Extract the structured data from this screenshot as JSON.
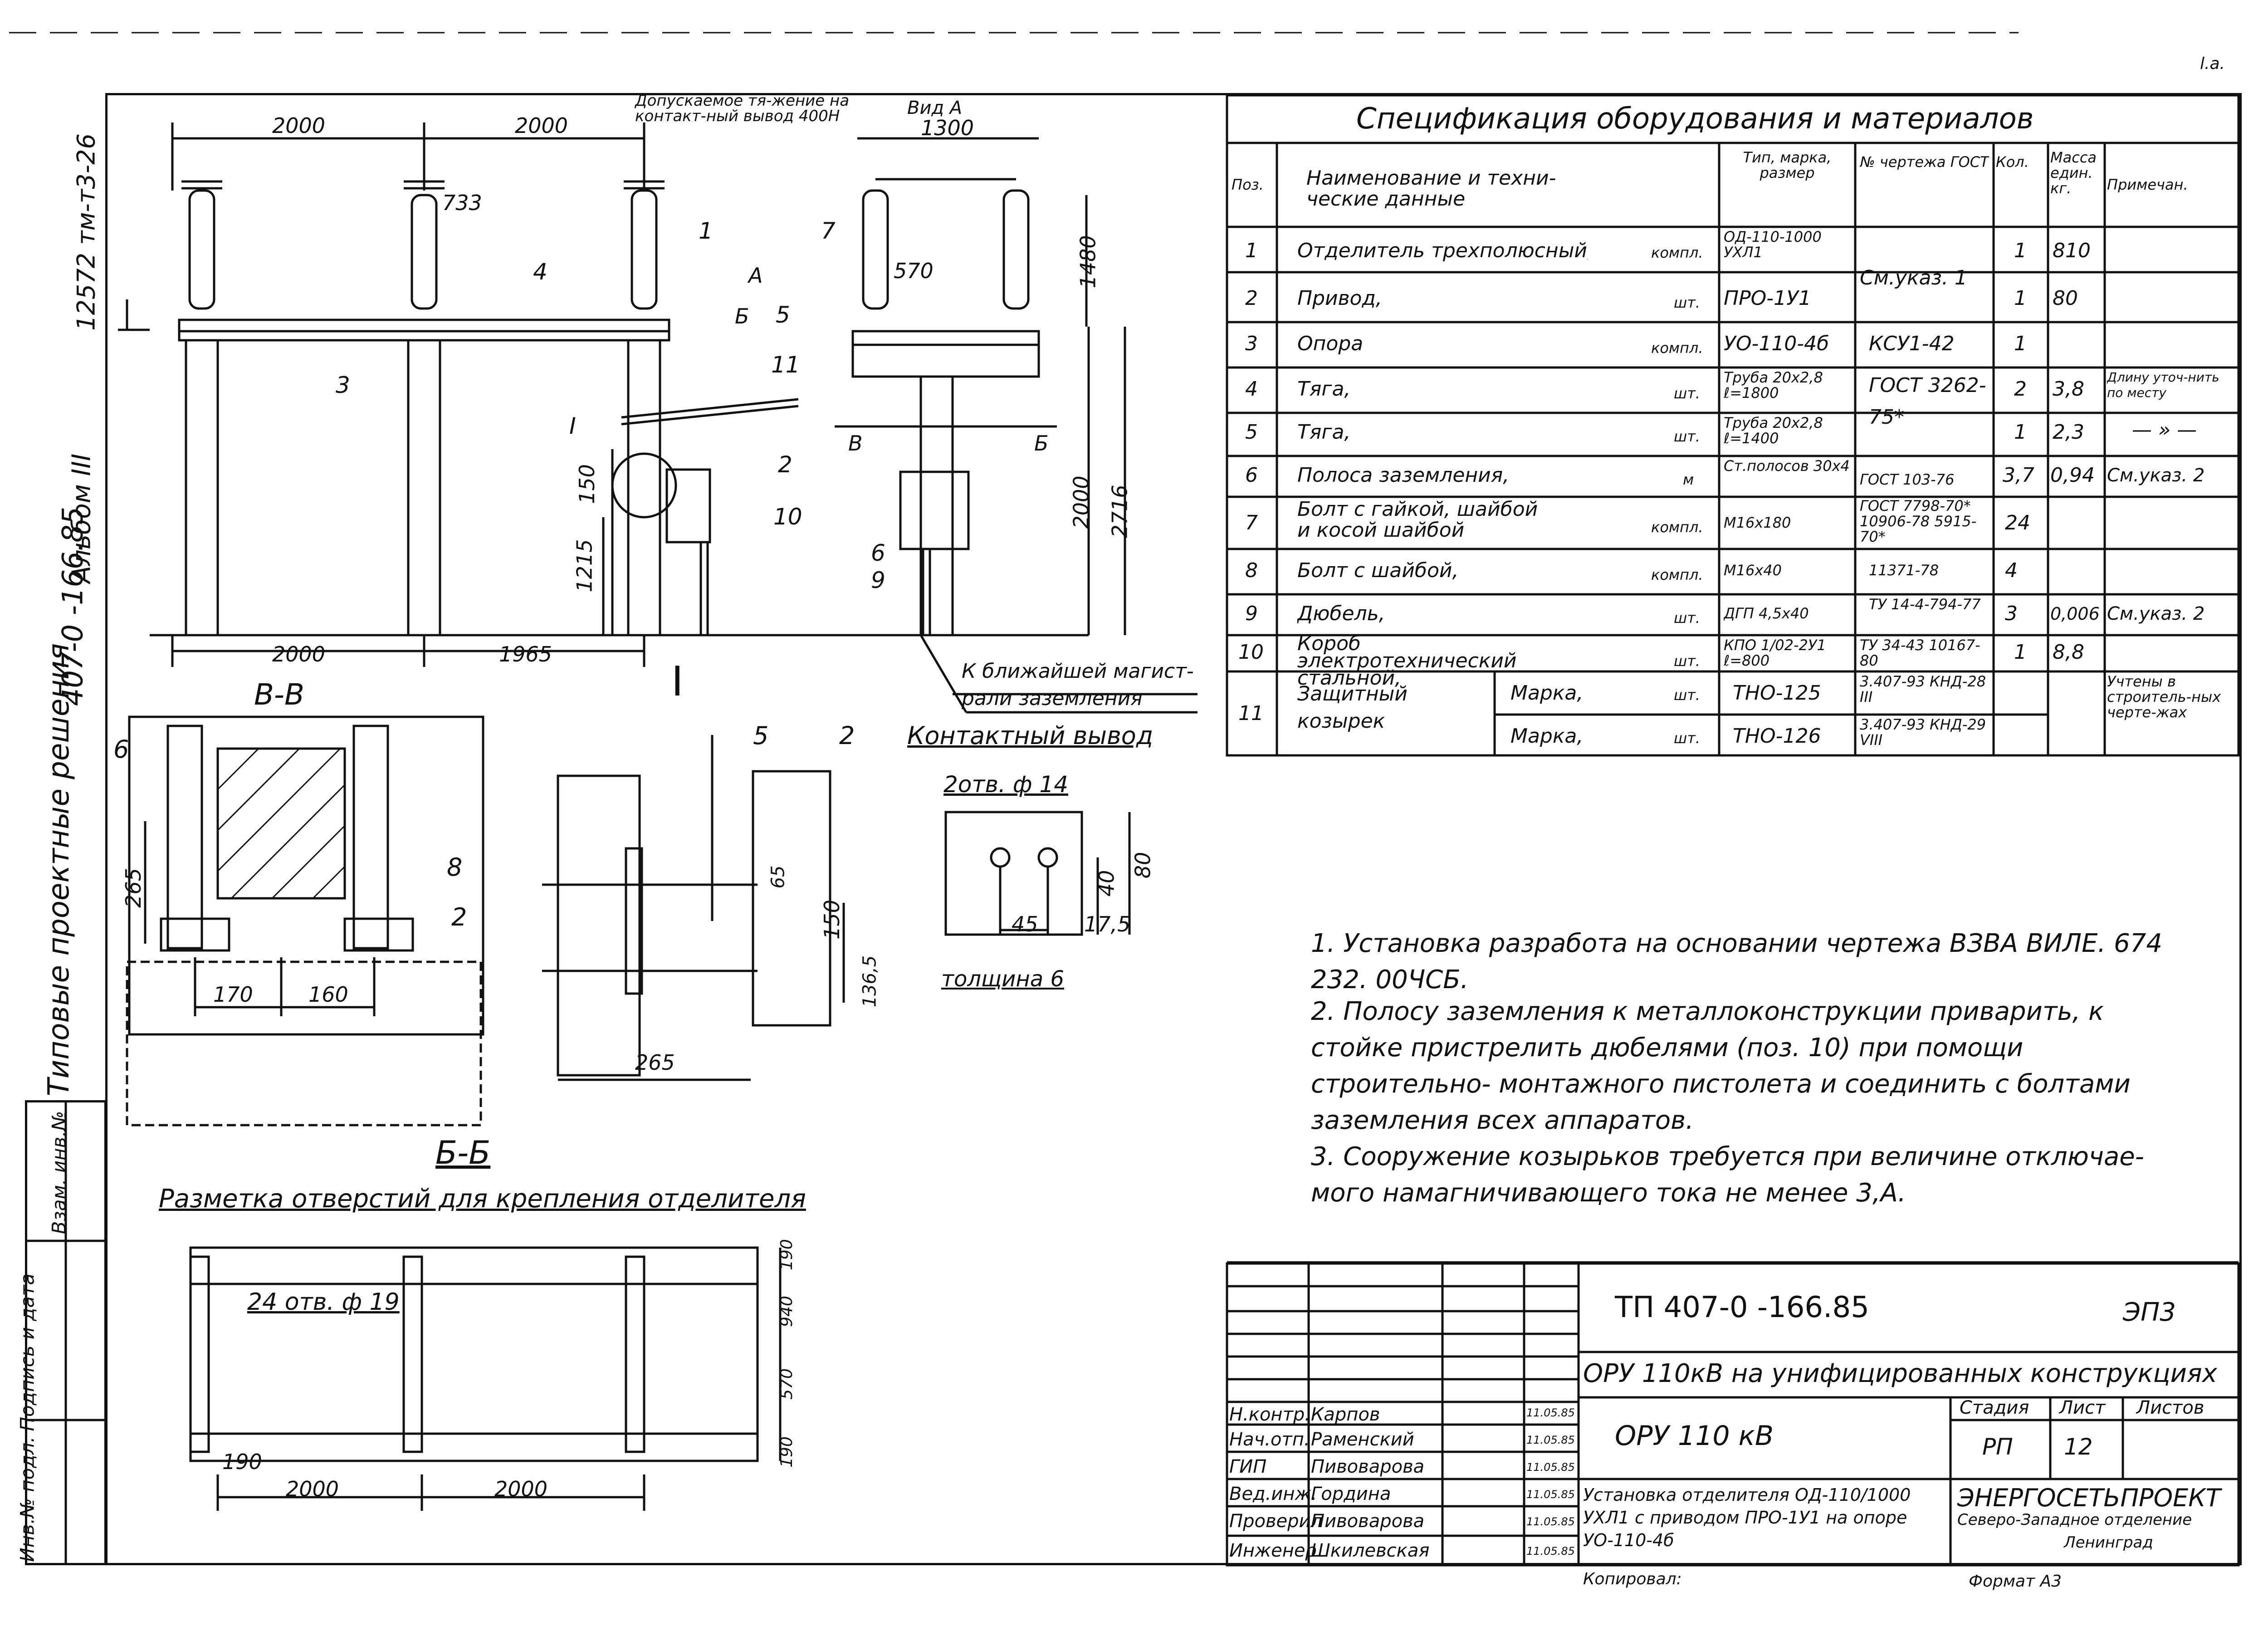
{
  "top_right_mark": "l.a.",
  "side_left": {
    "album_code": "12572 тм-т3-26",
    "project_code": "407-0 -166.85",
    "album": "Альбом III",
    "series": "Типовые проектные решения",
    "stamp_labels": [
      "Взам. инв.№",
      "Подпись и дата",
      "Инв.№ подл."
    ]
  },
  "elevation": {
    "dims_top": [
      "2000",
      "2000",
      "1300"
    ],
    "dims_bottom": [
      "2000",
      "1965"
    ],
    "dim_733": "733",
    "dim_570": "570",
    "dim_1480": "1480",
    "dim_2716": "2716",
    "dim_2000v": "2000",
    "dim_150": "150",
    "dim_1215": "1215",
    "terminal_note": "Допускаемое тя-жение на контакт-ный вывод 400Н",
    "view_label": "Вид А",
    "pos_labels": [
      "1",
      "4",
      "3",
      "7",
      "5",
      "11",
      "2",
      "10",
      "I",
      "6",
      "9"
    ],
    "section_marks": [
      "А",
      "Б",
      "Б",
      "В",
      "В"
    ],
    "ground_note": "К ближайшей магист-рали заземления",
    "detail_label": "I"
  },
  "section_vv": {
    "title": "В-В",
    "labels": [
      "6",
      "8",
      "2"
    ],
    "dims": [
      "265",
      "170",
      "160"
    ]
  },
  "detail_i": {
    "labels": [
      "5",
      "2"
    ],
    "dims": [
      "65",
      "150",
      "265",
      "136,5"
    ]
  },
  "contact_terminal": {
    "title": "Контактный вывод",
    "holes": "2отв. ф 14",
    "dims": [
      "45",
      "17,5",
      "40",
      "80"
    ],
    "thickness": "толщина 6"
  },
  "section_bb": {
    "title": "Б-Б",
    "subtitle": "Разметка отверстий для крепления отделителя",
    "holes": "24 отв. ф 19",
    "dims_right": [
      "190",
      "940",
      "570",
      "190"
    ],
    "dim_190": "190",
    "dims_bottom": [
      "2000",
      "2000"
    ]
  },
  "spec": {
    "title": "Спецификация оборудования и материалов",
    "headers": [
      "Поз.",
      "Наименование и техни-ческие данные",
      "Тип, марка, размер",
      "№ чертежа ГОСТ",
      "Кол.",
      "Масса един. кг.",
      "Примечан."
    ],
    "rows": [
      {
        "pos": "1",
        "name": "Отделитель трехполюсный,",
        "unit": "компл.",
        "type": "ОД-110-1000 УХЛ1",
        "doc": "См.указ. 1",
        "qty": "1",
        "mass": "810",
        "note": ""
      },
      {
        "pos": "2",
        "name": "Привод,",
        "unit": "шт.",
        "type": "ПРО-1У1",
        "doc": "",
        "qty": "1",
        "mass": "80",
        "note": ""
      },
      {
        "pos": "3",
        "name": "Опора",
        "unit": "компл.",
        "type": "УО-110-4б",
        "doc": "КСУ1-42",
        "qty": "1",
        "mass": "",
        "note": ""
      },
      {
        "pos": "4",
        "name": "Тяга,",
        "unit": "шт.",
        "type": "Труба 20х2,8 ℓ=1800",
        "doc": "ГОСТ 3262-75*",
        "qty": "2",
        "mass": "3,8",
        "note": "Длину уточ-нить по месту"
      },
      {
        "pos": "5",
        "name": "Тяга,",
        "unit": "шт.",
        "type": "Труба 20х2,8 ℓ=1400",
        "doc": "",
        "qty": "1",
        "mass": "2,3",
        "note": "— » —"
      },
      {
        "pos": "6",
        "name": "Полоса заземления,",
        "unit": "м",
        "type": "Ст.полосов 30х4",
        "doc": "ГОСТ 103-76",
        "qty": "3,7",
        "mass": "0,94",
        "note": "См.указ. 2"
      },
      {
        "pos": "7",
        "name": "Болт с гайкой, шайбой и косой шайбой",
        "unit": "компл.",
        "type": "М16х180",
        "doc": "ГОСТ 7798-70* 10906-78 5915-70*",
        "qty": "24",
        "mass": "",
        "note": ""
      },
      {
        "pos": "8",
        "name": "Болт с шайбой,",
        "unit": "компл.",
        "type": "М16х40",
        "doc": "11371-78",
        "qty": "4",
        "mass": "",
        "note": ""
      },
      {
        "pos": "9",
        "name": "Дюбель,",
        "unit": "шт.",
        "type": "ДГП 4,5х40",
        "doc": "ТУ 14-4-794-77",
        "qty": "3",
        "mass": "0,006",
        "note": "См.указ. 2"
      },
      {
        "pos": "10",
        "name": "Короб электротехнический стальной,",
        "unit": "шт.",
        "type": "КПО 1/02-2У1 ℓ=800",
        "doc": "ТУ 34-43 10167-80",
        "qty": "1",
        "mass": "8,8",
        "note": ""
      },
      {
        "pos": "11",
        "name": "Защитный козырек",
        "sub": [
          {
            "mark": "Марка,",
            "unit": "шт.",
            "type": "ТНО-125",
            "doc": "3.407-93 КНД-28 III"
          },
          {
            "mark": "Марка,",
            "unit": "шт.",
            "type": "ТНО-126",
            "doc": "3.407-93 КНД-29 VIII"
          }
        ],
        "note": "Учтены в строитель-ных черте-жах"
      }
    ]
  },
  "notes": [
    "1. Установка разработа на основании чертежа ВЗВА ВИЛЕ. 674 232. 00ЧСБ.",
    "2. Полосу заземления к металлоконструкции приварить, к стойке пристрелить дюбелями (поз. 10) при помощи строительно- монтажного пистолета и соединить с болтами заземления всех аппаратов.",
    "3. Сооружение козырьков требуется при величине отключае-мого намагничивающего тока не менее 3,А."
  ],
  "title_block": {
    "code": "ТП 407-0 -166.85",
    "sheet_code": "ЭП3",
    "project": "ОРУ 110кВ на унифицированных конструкциях",
    "object": "ОРУ 110 кВ",
    "stage_header": "Стадия",
    "sheet_header": "Лист",
    "sheets_header": "Листов",
    "stage": "РП",
    "sheet": "12",
    "drawing_title": "Установка отделителя ОД-110/1000 УХЛ1 с приводом ПРО-1У1 на опоре УО-110-4б",
    "org": "ЭНЕРГОСЕТЬПРОЕКТ",
    "org_dept": "Северо-Западное отделение",
    "org_city": "Ленинград",
    "roles": [
      {
        "role": "Н.контр.",
        "name": "Карпов",
        "date": "11.05.85"
      },
      {
        "role": "Нач.отп.",
        "name": "Раменский",
        "date": "11.05.85"
      },
      {
        "role": "ГИП",
        "name": "Пивоварова",
        "date": "11.05.85"
      },
      {
        "role": "Вед.инж.",
        "name": "Гордина",
        "date": "11.05.85"
      },
      {
        "role": "Проверил",
        "name": "Пивоварова",
        "date": "11.05.85"
      },
      {
        "role": "Инженер",
        "name": "Шкилевская",
        "date": "11.05.85"
      }
    ],
    "copied": "Копировал:",
    "format": "Формат А3"
  }
}
